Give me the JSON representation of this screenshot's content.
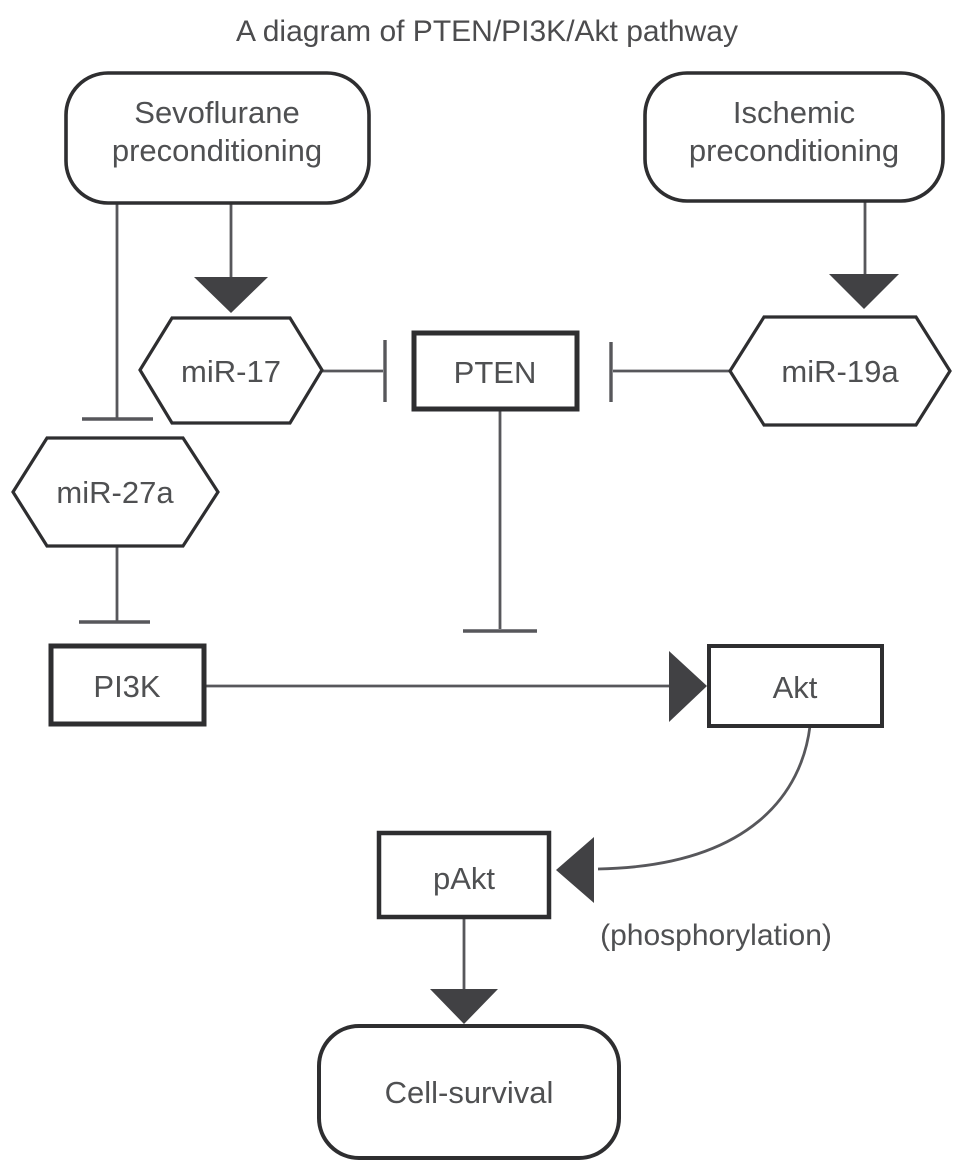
{
  "title": "A diagram of PTEN/PI3K/Akt pathway",
  "colors": {
    "background": "#ffffff",
    "node_border": "#2e2e30",
    "node_fill": "#ffffff",
    "line": "#57575b",
    "arrow_fill": "#414144",
    "text": "#4f5052"
  },
  "nodes": {
    "sevoflurane": {
      "line1": "Sevoflurane",
      "line2": "preconditioning",
      "shape": "rounded-rectangle"
    },
    "ischemic": {
      "line1": "Ischemic",
      "line2": "preconditioning",
      "shape": "rounded-rectangle"
    },
    "mir17": {
      "label": "miR-17",
      "shape": "hexagon"
    },
    "pten": {
      "label": "PTEN",
      "shape": "rectangle"
    },
    "mir19a": {
      "label": "miR-19a",
      "shape": "hexagon"
    },
    "mir27a": {
      "label": "miR-27a",
      "shape": "hexagon"
    },
    "pi3k": {
      "label": "PI3K",
      "shape": "rectangle"
    },
    "akt": {
      "label": "Akt",
      "shape": "rectangle"
    },
    "pakt": {
      "label": "pAkt",
      "shape": "rectangle"
    },
    "cell_survival": {
      "label": "Cell-survival",
      "shape": "rounded-rectangle"
    }
  },
  "annotations": {
    "phosphorylation": "(phosphorylation)"
  },
  "edges": [
    {
      "from": "sevoflurane",
      "to": "mir17",
      "type": "activation-arrow"
    },
    {
      "from": "sevoflurane",
      "to": "mir27a",
      "type": "inhibition-tbar"
    },
    {
      "from": "ischemic",
      "to": "mir19a",
      "type": "activation-arrow"
    },
    {
      "from": "mir17",
      "to": "pten",
      "type": "inhibition-tbar"
    },
    {
      "from": "mir19a",
      "to": "pten",
      "type": "inhibition-tbar"
    },
    {
      "from": "mir27a",
      "to": "pi3k",
      "type": "inhibition-tbar"
    },
    {
      "from": "pten",
      "to": "pi3k-akt-link",
      "type": "inhibition-tbar"
    },
    {
      "from": "pi3k",
      "to": "akt",
      "type": "activation-arrow"
    },
    {
      "from": "akt",
      "to": "pakt",
      "type": "activation-arrow-curved",
      "note": "(phosphorylation)"
    },
    {
      "from": "pakt",
      "to": "cell_survival",
      "type": "activation-arrow"
    }
  ]
}
